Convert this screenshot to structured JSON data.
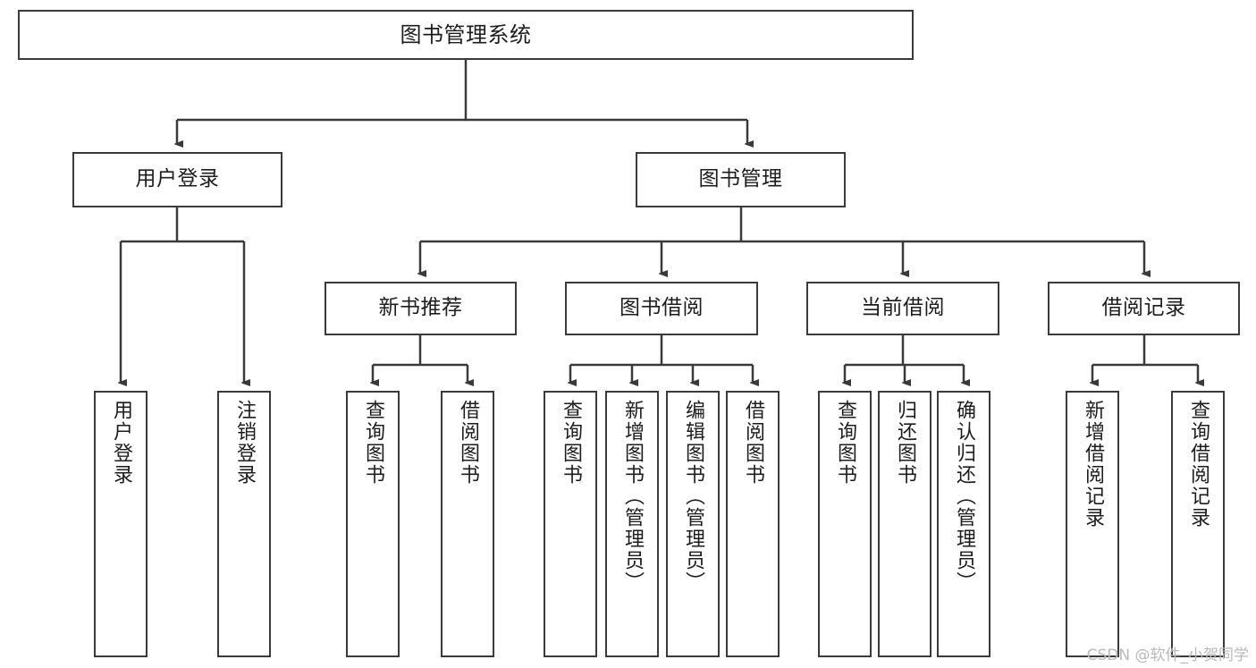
{
  "diagram": {
    "type": "tree",
    "title": "图书管理系统",
    "orientation": "top-down",
    "colors": {
      "box_border": "#3a3a3a",
      "box_fill": "#ffffff",
      "edge": "#3a3a3a",
      "text": "#1d1d1d",
      "watermark": "#b9b9b9",
      "background": "#ffffff"
    }
  },
  "nodes": {
    "root": {
      "label": "图书管理系统"
    },
    "level2": [
      {
        "label": "用户登录"
      },
      {
        "label": "图书管理"
      }
    ],
    "level3": [
      {
        "label": "新书推荐"
      },
      {
        "label": "图书借阅"
      },
      {
        "label": "当前借阅"
      },
      {
        "label": "借阅记录"
      }
    ],
    "leaves": {
      "user_login": [
        {
          "label": "用户登录"
        },
        {
          "label": "注销登录"
        }
      ],
      "new_book_recommend": [
        {
          "label": "查询图书"
        },
        {
          "label": "借阅图书"
        }
      ],
      "book_borrow": [
        {
          "label": "查询图书"
        },
        {
          "label": "新增图书（管理员）"
        },
        {
          "label": "编辑图书（管理员）"
        },
        {
          "label": "借阅图书"
        }
      ],
      "current_borrow": [
        {
          "label": "查询图书"
        },
        {
          "label": "归还图书"
        },
        {
          "label": "确认归还（管理员）"
        }
      ],
      "borrow_record": [
        {
          "label": "新增借阅记录"
        },
        {
          "label": "查询借阅记录"
        }
      ]
    }
  },
  "watermark": {
    "text": "CSDN @软件_小贺同学"
  }
}
